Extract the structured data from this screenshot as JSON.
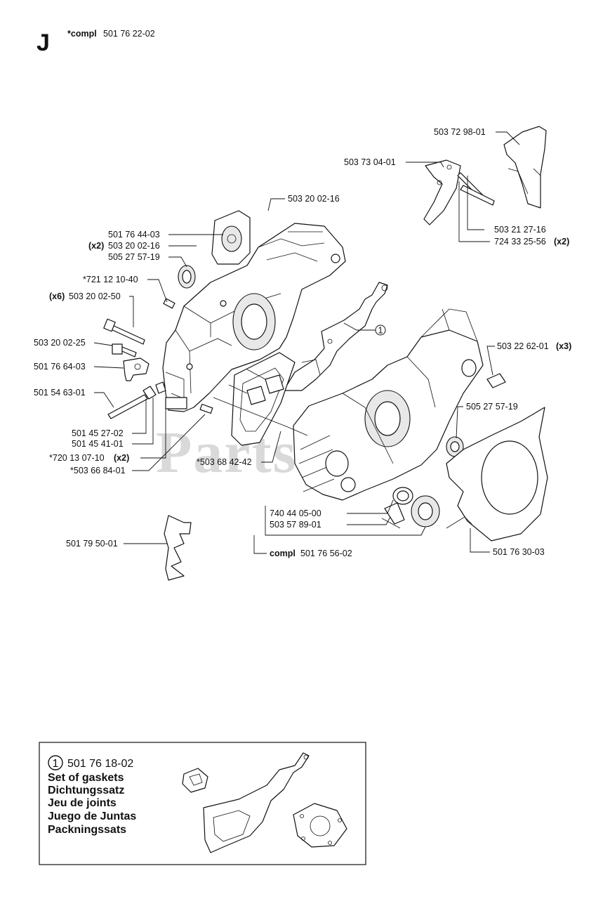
{
  "header": {
    "section_letter": "J",
    "compl_prefix": "*compl",
    "compl_number": "501 76 22-02"
  },
  "watermark": "PartsTree",
  "labels": {
    "p_503_72_98_01": "503 72 98-01",
    "p_503_73_04_01": "503 73 04-01",
    "p_503_21_27_16": "503 21 27-16",
    "p_724_33_25_56": "724 33 25-56",
    "p_724_33_25_56_qty": "(x2)",
    "p_503_20_02_16_top": "503 20 02-16",
    "p_501_76_44_03": "501 76 44-03",
    "p_503_20_02_16_qty": "(x2)",
    "p_503_20_02_16": "503 20 02-16",
    "p_505_27_57_19_left": "505 27 57-19",
    "p_721_12_10_40": "*721 12 10-40",
    "p_503_20_02_50_qty": "(x6)",
    "p_503_20_02_50": "503 20 02-50",
    "p_503_20_02_25": "503 20 02-25",
    "p_501_76_64_03": "501 76 64-03",
    "p_501_54_63_01": "501 54 63-01",
    "p_501_45_27_02": "501 45 27-02",
    "p_501_45_41_01": "501 45 41-01",
    "p_720_13_07_10": "*720 13 07-10",
    "p_720_13_07_10_qty": "(x2)",
    "p_503_66_84_01": "*503 66 84-01",
    "p_503_68_42_42": "*503 68 42-42",
    "callout_1": "1",
    "p_503_22_62_01": "503 22 62-01",
    "p_503_22_62_01_qty": "(x3)",
    "p_505_27_57_19_right": "505 27 57-19",
    "p_740_44_05_00": "740 44 05-00",
    "p_503_57_89_01": "503 57 89-01",
    "p_compl_prefix": "compl",
    "p_501_76_56_02": "501 76 56-02",
    "p_501_79_50_01": "501 79 50-01",
    "p_501_76_30_03": "501 76 30-03"
  },
  "legend": {
    "callout": "1",
    "part_number": "501 76 18-02",
    "names": [
      "Set of gaskets",
      "Dichtungssatz",
      "Jeu de joints",
      "Juego de Juntas",
      "Packningssats"
    ]
  },
  "colors": {
    "ink": "#111111",
    "watermark": "#d9d9d9",
    "background": "#ffffff"
  }
}
